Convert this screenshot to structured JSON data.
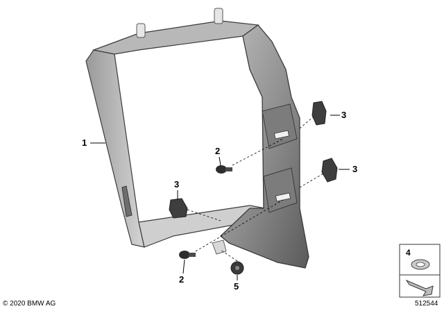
{
  "callouts": {
    "c1": "1",
    "c2a": "2",
    "c2b": "2",
    "c3a": "3",
    "c3b": "3",
    "c3c": "3",
    "c5": "5"
  },
  "legend": {
    "item_number": "4"
  },
  "footer": {
    "copyright": "© 2020 BMW AG",
    "diagram_id": "512544"
  },
  "colors": {
    "part_fill": "#8e8e8e",
    "part_light": "#c7c7c7",
    "part_dark": "#5e5e5e",
    "outline": "#3a3a3a",
    "leader": "#000000"
  }
}
